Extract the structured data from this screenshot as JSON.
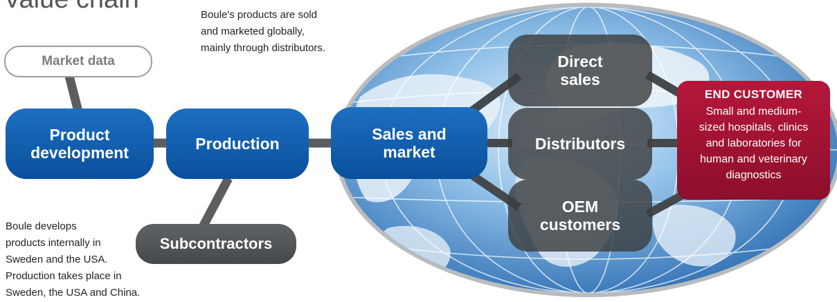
{
  "title": "Value chain",
  "notes": {
    "sales_info": "Boule's products are sold\nand marketed globally,\nmainly through distributors.",
    "development_info": "Boule develops\nproducts internally in\nSweden and the USA.\nProduction takes place in\nSweden, the USA and China."
  },
  "nodes": {
    "market_data": "Market data",
    "product_development": "Product\ndevelopment",
    "production": "Production",
    "subcontractors": "Subcontractors",
    "sales_and_market": "Sales and\nmarket",
    "direct_sales": "Direct\nsales",
    "distributors": "Distributors",
    "oem_customers": "OEM\ncustomers"
  },
  "end_customer": {
    "title": "END CUSTOMER",
    "description": "Small and medium-\nsized hospitals, clinics\nand laboratories for\nhuman and veterinary\ndiagnostics"
  },
  "colors": {
    "blue": "#0a5aad",
    "grey": "#505456",
    "red": "#a01232",
    "connector": "#5a5e60",
    "ocean": "#4a8fd0"
  },
  "icons": {
    "globe": "globe-illustration"
  }
}
